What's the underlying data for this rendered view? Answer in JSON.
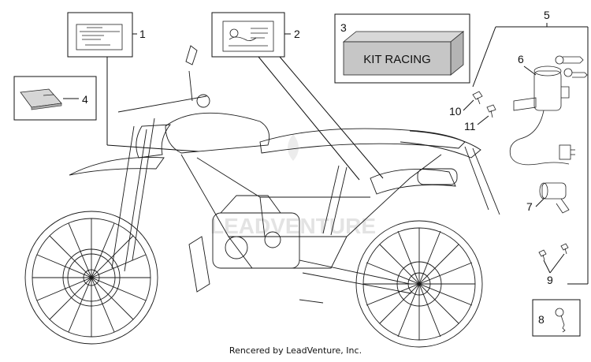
{
  "callouts": {
    "c1": "1",
    "c2": "2",
    "c3": "3",
    "c4": "4",
    "c5": "5",
    "c6": "6",
    "c7": "7",
    "c8": "8",
    "c9": "9",
    "c10": "10",
    "c11": "11"
  },
  "kit_label": "KIT RACING",
  "watermark": "LEADVENTURE",
  "footer": "Rencered by LeadVenture, Inc."
}
